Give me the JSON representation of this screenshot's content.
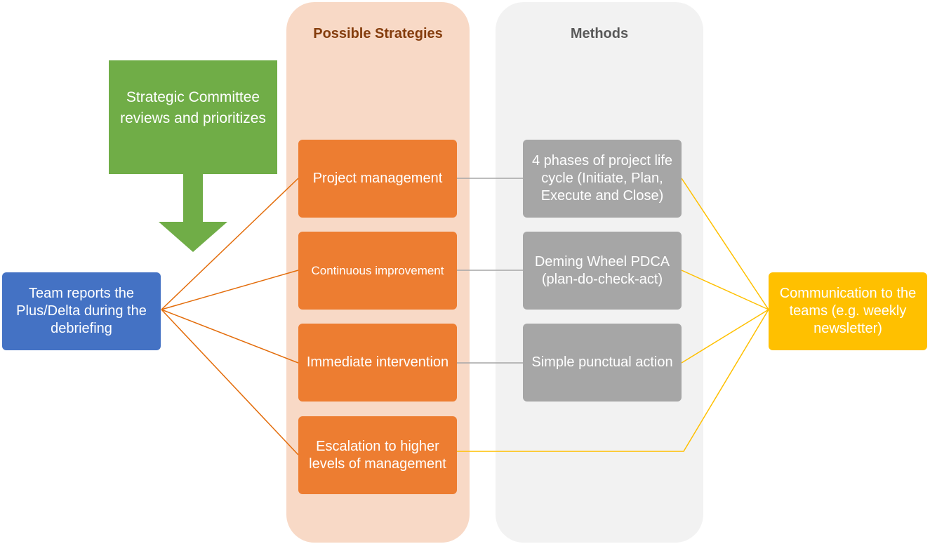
{
  "columns": {
    "strategies_title": "Possible Strategies",
    "methods_title": "Methods"
  },
  "committee": {
    "label": "Strategic Committee reviews and prioritizes"
  },
  "team_report": {
    "label": "Team reports the Plus/Delta during the debriefing"
  },
  "communication": {
    "label": "Communication to the teams (e.g. weekly newsletter)"
  },
  "strategies": [
    {
      "label": "Project management"
    },
    {
      "label": "Continuous improvement"
    },
    {
      "label": "Immediate intervention"
    },
    {
      "label": "Escalation to higher levels of management"
    }
  ],
  "methods": [
    {
      "label": "4 phases of project life cycle (Initiate, Plan, Execute and Close)"
    },
    {
      "label": "Deming Wheel PDCA (plan-do-check-act)"
    },
    {
      "label": "Simple punctual action"
    }
  ],
  "colors": {
    "strategy_panel": "#f8d9c6",
    "method_panel": "#f2f2f2",
    "strategy_box": "#ed7d31",
    "method_box": "#a6a6a6",
    "team_box": "#4472c4",
    "communication_box": "#ffc000",
    "committee_arrow": "#70ad47",
    "orange_line": "#e36c0a",
    "gray_line": "#a6a6a6",
    "yellow_line": "#ffc000"
  }
}
